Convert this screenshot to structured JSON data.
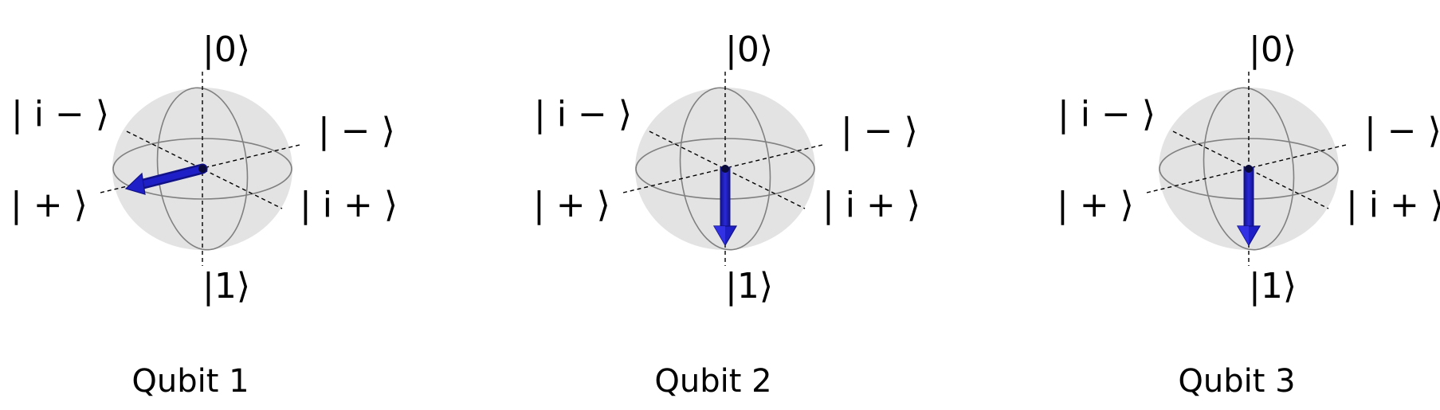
{
  "figure": {
    "spheres": [
      {
        "title": "Qubit 1",
        "labels": {
          "zero": "|0⟩",
          "one": "|1⟩",
          "plus": "| + ⟩",
          "minus": "| − ⟩",
          "i_plus": "| i + ⟩",
          "i_minus": "| i − ⟩"
        },
        "state_vector": "plus"
      },
      {
        "title": "Qubit 2",
        "labels": {
          "zero": "|0⟩",
          "one": "|1⟩",
          "plus": "| + ⟩",
          "minus": "| − ⟩",
          "i_plus": "| i + ⟩",
          "i_minus": "| i − ⟩"
        },
        "state_vector": "one"
      },
      {
        "title": "Qubit 3",
        "labels": {
          "zero": "|0⟩",
          "one": "|1⟩",
          "plus": "| + ⟩",
          "minus": "| − ⟩",
          "i_plus": "| i + ⟩",
          "i_minus": "| i − ⟩"
        },
        "state_vector": "one"
      }
    ],
    "colors": {
      "sphere_fill": "#e3e3e3",
      "ellipse_stroke": "#808080",
      "axis": "#000000",
      "vector": "#1f1fc8",
      "vector_dark": "#111188"
    }
  }
}
